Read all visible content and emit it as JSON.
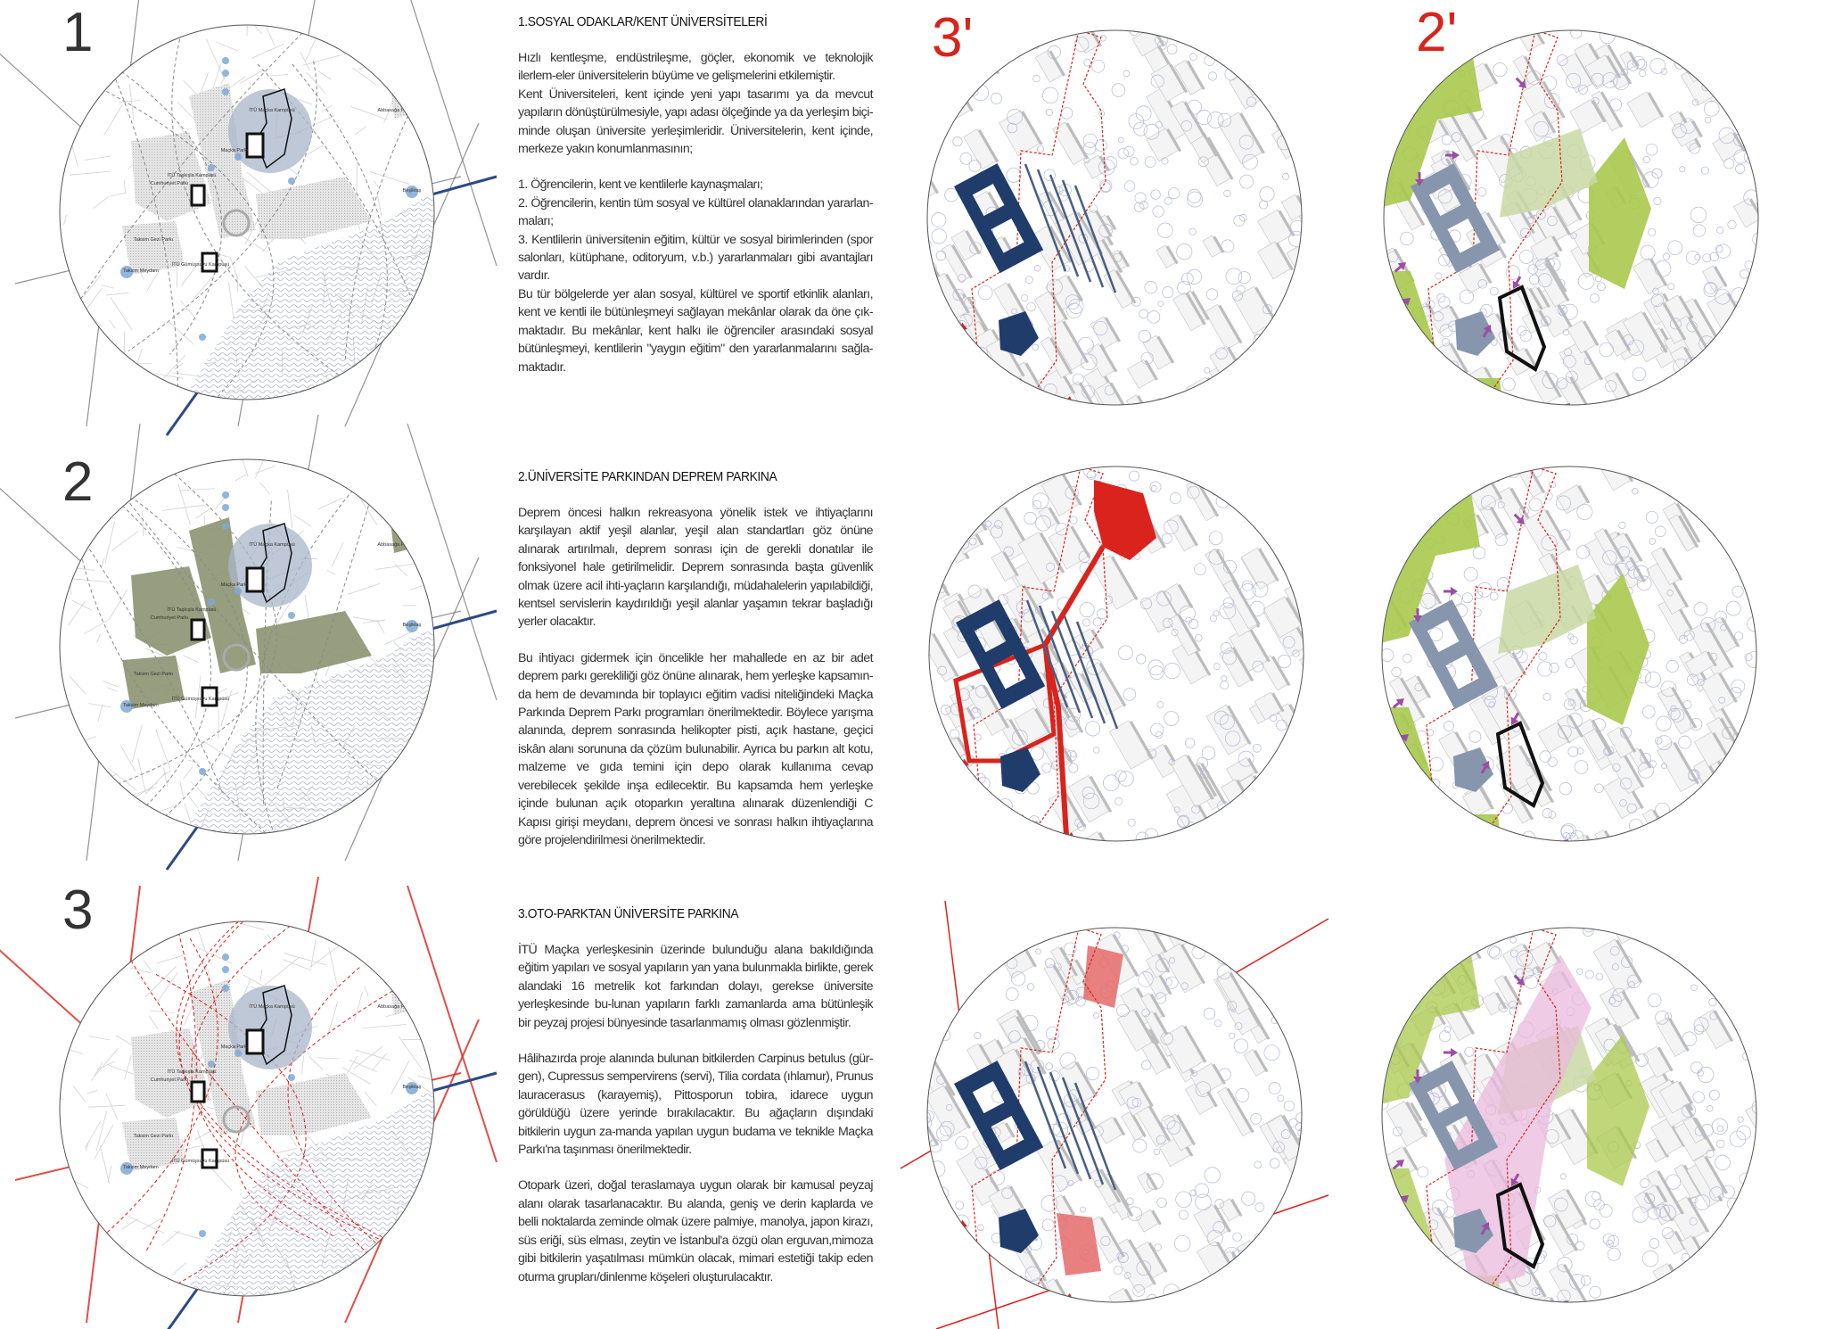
{
  "rows": [
    {
      "number": "1"
    },
    {
      "number": "2"
    },
    {
      "number": "3"
    }
  ],
  "primes": {
    "col3": "3'",
    "col4": "2'"
  },
  "sections": [
    {
      "heading": "1.SOSYAL ODAKLAR/KENT ÜNİVERSİTELERİ",
      "paragraphs": [
        "Hızlı kentleşme, endüstrileşme, göçler, ekonomik ve teknolojik ilerlem-eler üniversitelerin büyüme ve gelişmelerini etkilemiştir.",
        "Kent Üniversiteleri, kent içinde yeni yapı tasarımı ya da mevcut yapıların dönüştürülmesiyle, yapı adası ölçeğinde ya da yerleşim biçi-minde oluşan üniversite yerleşimleridir. Üniversitelerin, kent içinde, merkeze yakın konumlanmasının;",
        "1. Öğrencilerin, kent ve kentlilerle kaynaşmaları;",
        "2. Öğrencilerin, kentin tüm sosyal ve kültürel olanaklarından yararlan-maları;",
        "3. Kentlilerin üniversitenin eğitim, kültür ve sosyal birimlerinden (spor salonları, kütüphane, oditoryum, v.b.) yararlanmaları gibi avantajları vardır.",
        "Bu tür bölgelerde yer alan sosyal, kültürel ve sportif etkinlik alanları, kent ve kentli ile bütünleşmeyi sağlayan mekânlar olarak da öne çık-maktadır. Bu mekânlar, kent halkı ile öğrenciler arasındaki sosyal bütünleşmeyi, kentlilerin \"yaygın eğitim\" den yararlanmalarını sağla-maktadır."
      ]
    },
    {
      "heading": "2.ÜNİVERSİTE PARKINDAN DEPREM PARKINA",
      "paragraphs": [
        "Deprem öncesi halkın rekreasyona yönelik istek ve ihtiyaçlarını karşılayan aktif yeşil alanlar, yeşil alan standartları göz önüne alınarak artırılmalı, deprem sonrası için de gerekli donatılar ile fonksiyonel hale getirilmelidir. Deprem sonrasında başta güvenlik olmak üzere acil ihti-yaçların karşılandığı, müdahalelerin yapılabildiği, kentsel servislerin kaydırıldığı yeşil alanlar yaşamın tekrar başladığı yerler olacaktır.",
        "Bu ihtiyacı gidermek için öncelikle her mahallede en az bir adet deprem parkı gerekliliği göz önüne alınarak, hem yerleşke kapsamın-da hem de devamında bir toplayıcı eğitim vadisi niteliğindeki Maçka Parkında Deprem Parkı programları önerilmektedir. Böylece yarışma alanında, deprem sonrasında helikopter pisti, açık hastane, geçici iskân alanı sorununa da çözüm bulunabilir. Ayrıca bu parkın alt kotu, malzeme ve gıda temini için depo olarak kullanıma cevap verebilecek şekilde inşa edilecektir. Bu kapsamda hem yerleşke içinde bulunan açık otoparkın yeraltına alınarak düzenlendiği C Kapısı girişi meydanı, deprem öncesi ve sonrası halkın ihtiyaçlarına göre projelendirilmesi önerilmektedir."
      ]
    },
    {
      "heading": "3.OTO-PARKTAN ÜNİVERSİTE PARKINA",
      "paragraphs": [
        "İTÜ Maçka yerleşkesinin üzerinde bulunduğu alana bakıldığında eğitim yapıları ve sosyal yapıların yan yana bulunmakla birlikte, gerek alandaki 16 metrelik kot farkından dolayı, gerekse üniversite yerleşkesinde bu-lunan yapıların farklı zamanlarda ama bütünleşik bir peyzaj projesi bünyesinde tasarlanmamış olması gözlenmiştir.",
        "Hâlihazırda proje alanında bulunan bitkilerden Carpinus betulus (gür-gen), Cupressus sempervirens (servi), Tilia cordata (ıhlamur), Prunus lauracerasus (karayemiş), Pittosporun tobira, idarece uygun görüldüğü üzere yerinde bırakılacaktır. Bu ağaçların dışındaki bitkilerin uygun za-manda yapılan uygun budama ve teknikle Maçka Parkı'na taşınması önerilmektedir.",
        "Otopark üzeri, doğal teraslamaya uygun olarak bir kamusal peyzaj alanı olarak tasarlanacaktır. Bu alanda, geniş ve derin kaplarda ve belli noktalarda zeminde olmak üzere palmiye, manolya, japon kirazı, süs eriği, süs elması, zeytin ve İstanbul'a özgü olan erguvan,mimoza gibi bitkilerin yaşatılması mümkün olacak, mimari estetiği takip eden oturma grupları/dinlenme köşeleri oluşturulacaktır."
      ]
    }
  ],
  "city_map_labels": {
    "campus": "İTÜ Maçka Kampüsü",
    "macka_park": "Maçka Parkı",
    "abbasaga": "Abbasağa Parkı",
    "cumhuriyet": "Cumhuriyet Parkı",
    "taskisla": "İTÜ Taşkışla Kampüsü",
    "gezi": "Taksim Gezi Parkı",
    "gumussuyu": "İTÜ Gümüşsuyu Kampüsü",
    "taksim": "Taksim Meydanı",
    "besiktas": "Beşiktaş"
  },
  "colors": {
    "accent_red": "#d9231c",
    "campus_blue": "#1f3c6b",
    "water": "#e4e4f2",
    "river_line": "#2b4a85",
    "olive": "#8b9471",
    "green": "#a9c94c",
    "purple_arrow": "#9b4ea3",
    "pink": "#e9b9dc",
    "building_grey_blue": "#8796ad"
  }
}
